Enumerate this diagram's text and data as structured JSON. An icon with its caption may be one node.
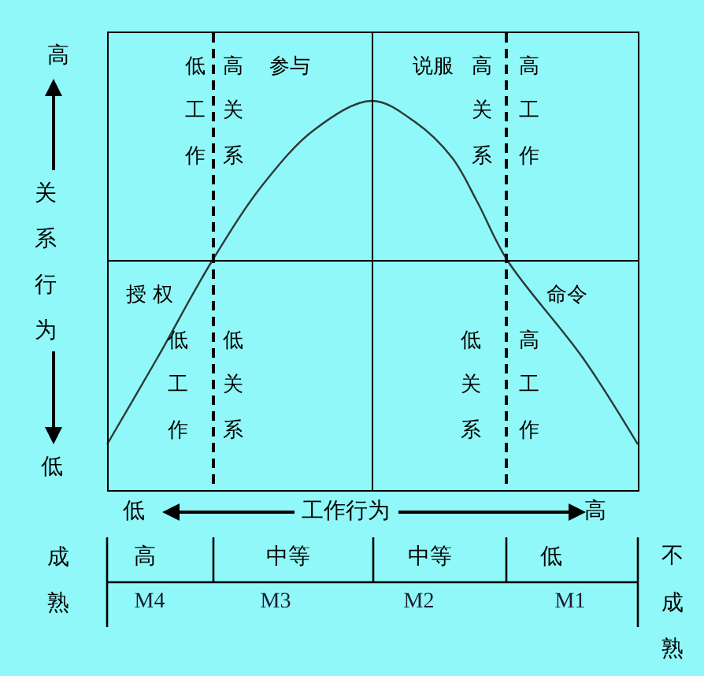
{
  "diagram": {
    "nodes": [
      {
        "text": [
          "低工作",
          "高关系",
          "参与"
        ]
      },
      {
        "text": [
          "说服",
          "高关系",
          "高工作"
        ]
      },
      {
        "text": [
          "授权",
          "低工作",
          "低关系"
        ]
      },
      {
        "text": [
          "低关系",
          "高工作",
          "命令"
        ]
      }
    ],
    "labels": [
      "高",
      "关系行为",
      "低",
      "低",
      "工作行为",
      "高",
      "成熟",
      "高",
      "中等",
      "中等",
      "低",
      "不成熟",
      "M4",
      "M3",
      "M2",
      "M1"
    ]
  }
}
